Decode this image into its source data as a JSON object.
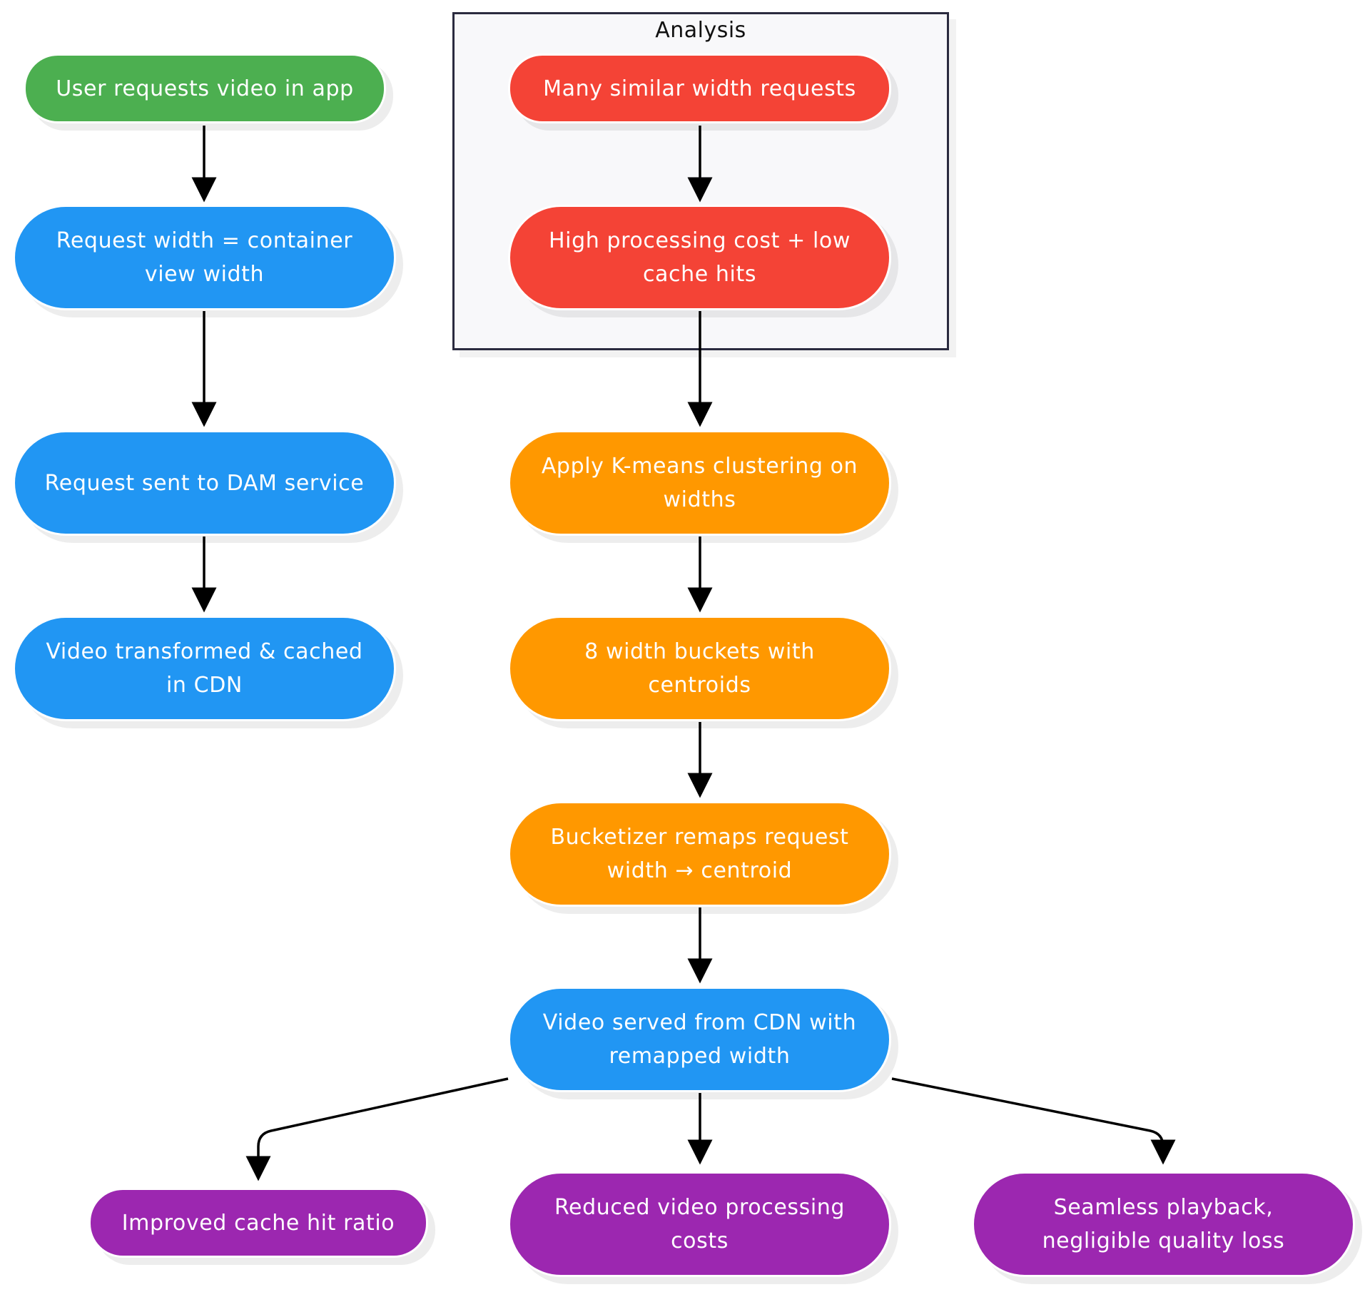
{
  "diagram": {
    "group": {
      "title": "Analysis"
    },
    "nodes": {
      "user_request": {
        "label": "User requests video in app"
      },
      "request_width": {
        "label": "Request width = container view width"
      },
      "sent_to_dam": {
        "label": "Request sent to DAM service"
      },
      "transformed_cached": {
        "label": "Video transformed & cached in CDN"
      },
      "similar_width": {
        "label": "Many similar width requests"
      },
      "high_cost": {
        "label": "High processing cost + low cache hits"
      },
      "kmeans": {
        "label": "Apply K-means clustering on widths"
      },
      "buckets": {
        "label": "8 width buckets with centroids"
      },
      "bucketizer": {
        "label": "Bucketizer remaps request width → centroid"
      },
      "served_cdn": {
        "label": "Video served from CDN with remapped width"
      },
      "cache_hit": {
        "label": "Improved cache hit ratio"
      },
      "reduced_costs": {
        "label": "Reduced video processing costs"
      },
      "seamless": {
        "label": "Seamless playback, negligible quality loss"
      }
    },
    "edges": [
      {
        "from": "user_request",
        "to": "request_width"
      },
      {
        "from": "request_width",
        "to": "sent_to_dam"
      },
      {
        "from": "sent_to_dam",
        "to": "transformed_cached"
      },
      {
        "from": "similar_width",
        "to": "high_cost"
      },
      {
        "from": "high_cost",
        "to": "kmeans"
      },
      {
        "from": "kmeans",
        "to": "buckets"
      },
      {
        "from": "buckets",
        "to": "bucketizer"
      },
      {
        "from": "bucketizer",
        "to": "served_cdn"
      },
      {
        "from": "served_cdn",
        "to": "cache_hit"
      },
      {
        "from": "served_cdn",
        "to": "reduced_costs"
      },
      {
        "from": "served_cdn",
        "to": "seamless"
      }
    ],
    "colors": {
      "green": "#4caf50",
      "blue": "#2196f3",
      "red": "#f44336",
      "orange": "#ff9800",
      "purple": "#9c27b0",
      "edge": "#000000",
      "group_border": "#2b2b3f",
      "group_fill": "#f8f8fa"
    }
  }
}
